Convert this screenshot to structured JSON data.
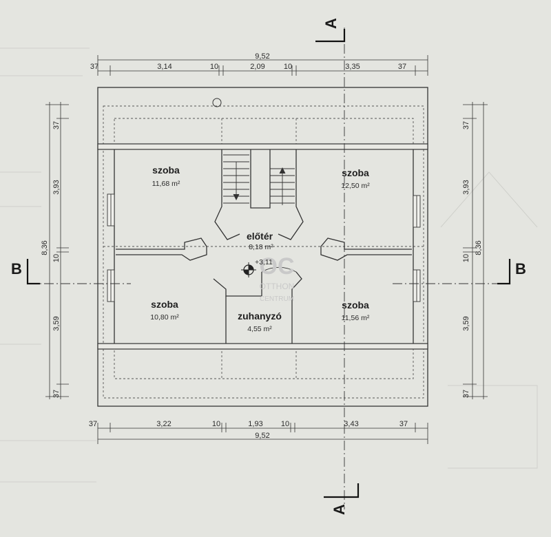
{
  "sections": {
    "a": "A",
    "b": "B"
  },
  "dims": {
    "top_total": "9,52",
    "top_parts": [
      "37",
      "3,14",
      "10",
      "2,09",
      "10",
      "3,35",
      "37"
    ],
    "bottom_total": "9,52",
    "bottom_parts": [
      "37",
      "3,22",
      "10",
      "1,93",
      "10",
      "3,43",
      "37"
    ],
    "left_total": "8,36",
    "left_parts": [
      "37",
      "3,93",
      "10",
      "3,59",
      "37"
    ],
    "right_total": "8,36",
    "right_parts": [
      "37",
      "3,93",
      "10",
      "3,59",
      "37"
    ]
  },
  "rooms": {
    "nw": {
      "name": "szoba",
      "area": "11,68 m²"
    },
    "ne": {
      "name": "szoba",
      "area": "12,50 m²"
    },
    "hall": {
      "name": "előtér",
      "area": "8,18 m²"
    },
    "sw": {
      "name": "szoba",
      "area": "10,80 m²"
    },
    "bath": {
      "name": "zuhanyzó",
      "area": "4,55 m²"
    },
    "se": {
      "name": "szoba",
      "area": "11,56 m²"
    }
  },
  "level": "+3,11",
  "watermark": {
    "logo": "OC",
    "line1": "OTTHON",
    "line2": "CENTRUM"
  }
}
